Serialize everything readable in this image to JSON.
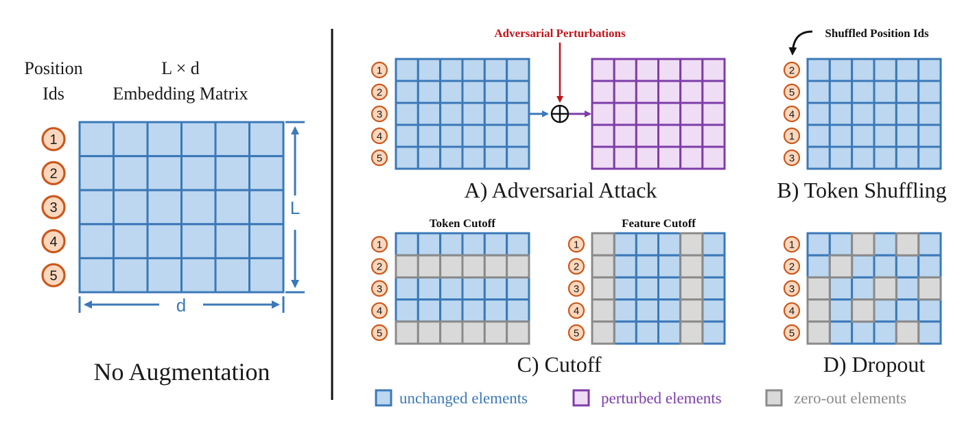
{
  "colors": {
    "blue_stroke": "#3b78b8",
    "blue_fill": "#bcd7ef",
    "purple_stroke": "#7d3da8",
    "purple_fill": "#efdcf5",
    "gray_stroke": "#8a8a8a",
    "gray_fill": "#d9d9d9",
    "badge_stroke": "#c9581c",
    "badge_fill": "#fbd7bd",
    "red": "#c0141b",
    "text": "#1a1a1a"
  },
  "left_panel": {
    "position_label_1": "Position",
    "position_label_2": "Ids",
    "matrix_label_1": "L × d",
    "matrix_label_2": "Embedding Matrix",
    "dim_L": "L",
    "dim_d": "d",
    "title": "No Augmentation",
    "ids": [
      "1",
      "2",
      "3",
      "4",
      "5"
    ]
  },
  "panel_a": {
    "title": "A) Adversarial Attack",
    "perturbation_label": "Adversarial Perturbations",
    "ids": [
      "1",
      "2",
      "3",
      "4",
      "5"
    ]
  },
  "panel_b": {
    "title": "B) Token Shuffling",
    "shuffled_label": "Shuffled Position Ids",
    "ids": [
      "2",
      "5",
      "4",
      "1",
      "3"
    ]
  },
  "panel_c": {
    "title": "C) Cutoff",
    "token_label": "Token Cutoff",
    "feature_label": "Feature Cutoff",
    "ids": [
      "1",
      "2",
      "3",
      "4",
      "5"
    ],
    "token_zero_rows": [
      1,
      4
    ],
    "feature_zero_cols": [
      0,
      4
    ]
  },
  "panel_d": {
    "title": "D) Dropout",
    "ids": [
      "1",
      "2",
      "3",
      "4",
      "5"
    ],
    "zero_cells": [
      [
        0,
        2
      ],
      [
        0,
        4
      ],
      [
        1,
        1
      ],
      [
        2,
        0
      ],
      [
        2,
        3
      ],
      [
        2,
        5
      ],
      [
        3,
        0
      ],
      [
        3,
        2
      ],
      [
        4,
        0
      ],
      [
        4,
        4
      ]
    ]
  },
  "legend": {
    "unchanged": "unchanged elements",
    "perturbed": "perturbed elements",
    "zeroout": "zero-out elements"
  }
}
